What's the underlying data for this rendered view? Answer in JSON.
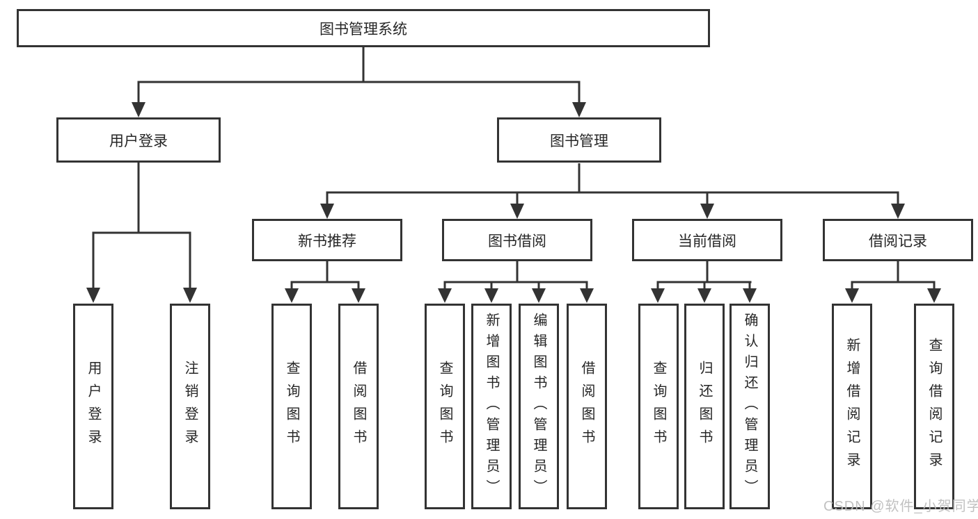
{
  "diagram_title": "图书管理系统",
  "nodes": {
    "root": {
      "label": "图书管理系统"
    },
    "level2": [
      {
        "label": "用户登录"
      },
      {
        "label": "图书管理"
      }
    ],
    "level3": [
      {
        "label": "新书推荐",
        "parent": "图书管理"
      },
      {
        "label": "图书借阅",
        "parent": "图书管理"
      },
      {
        "label": "当前借阅",
        "parent": "图书管理"
      },
      {
        "label": "借阅记录",
        "parent": "图书管理"
      }
    ],
    "leaves": [
      {
        "label": "用户登录",
        "parent": "用户登录"
      },
      {
        "label": "注销登录",
        "parent": "用户登录"
      },
      {
        "label": "查询图书",
        "parent": "新书推荐"
      },
      {
        "label": "借阅图书",
        "parent": "新书推荐"
      },
      {
        "label": "查询图书",
        "parent": "图书借阅"
      },
      {
        "label": "新增图书（管理员）",
        "parent": "图书借阅"
      },
      {
        "label": "编辑图书（管理员）",
        "parent": "图书借阅"
      },
      {
        "label": "借阅图书",
        "parent": "图书借阅"
      },
      {
        "label": "查询图书",
        "parent": "当前借阅"
      },
      {
        "label": "归还图书",
        "parent": "当前借阅"
      },
      {
        "label": "确认归还（管理员）",
        "parent": "当前借阅"
      },
      {
        "label": "新增借阅记录",
        "parent": "借阅记录"
      },
      {
        "label": "查询借阅记录",
        "parent": "借阅记录"
      }
    ]
  },
  "watermark": "CSDN @软件_小贺同学",
  "colors": {
    "line": "#333333",
    "box_border": "#333333",
    "text": "#262626",
    "watermark": "#bebebe",
    "background": "#ffffff"
  }
}
